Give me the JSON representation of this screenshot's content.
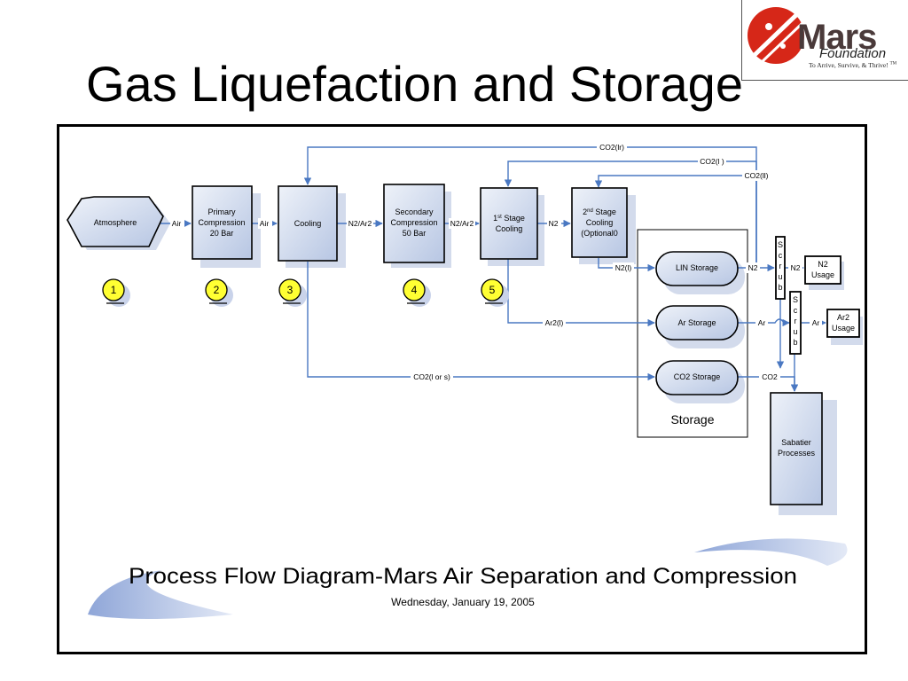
{
  "slide": {
    "title": "Gas Liquefaction and Storage"
  },
  "logo": {
    "name": "Mars",
    "sub": "Foundation",
    "tagline": "To Arrive, Survive, & Thrive!",
    "tm": "TM"
  },
  "diagram": {
    "nodes": {
      "atmosphere": "Atmosphere",
      "primary": [
        "Primary",
        "Compression",
        "20 Bar"
      ],
      "cooling": "Cooling",
      "secondary": [
        "Secondary",
        "Compression",
        "50 Bar"
      ],
      "stage1": {
        "num": "1",
        "sup": "st",
        "rest": " Stage",
        "line2": "Cooling"
      },
      "stage2": {
        "num": "2",
        "sup": "nd",
        "rest": " Stage",
        "line2": "Cooling",
        "line3": "(Optional0"
      },
      "lin_storage": "LIN Storage",
      "ar_storage": "Ar Storage",
      "co2_storage": "CO2 Storage",
      "storage_group": "Storage",
      "scrub": [
        "S",
        "c",
        "r",
        "u",
        "b"
      ],
      "n2_usage": [
        "N2",
        "Usage"
      ],
      "ar2_usage": [
        "Ar2",
        "Usage"
      ],
      "sabatier": [
        "Sabatier",
        "Processes"
      ]
    },
    "markers": [
      "1",
      "2",
      "3",
      "4",
      "5"
    ],
    "labels": {
      "air1": "Air",
      "air2": "Air",
      "n2ar2_1": "N2/Ar2",
      "n2ar2_2": "N2/Ar2",
      "n2": "N2",
      "co2_lr": "CO2(lr)",
      "co2_l": "CO2(l )",
      "co2_ll": "CO2(ll)",
      "n2_l": "N2(l)",
      "ar2_l": "Ar2(l)",
      "co2_l_or_s": "CO2(l or s)",
      "n2_out": "N2",
      "n2_usage_in": "N2",
      "ar_out": "Ar",
      "ar_usage_in": "Ar",
      "co2_out": "CO2"
    },
    "caption": "Process Flow Diagram-Mars Air Separation and Compression",
    "date": "Wednesday, January 19, 2005"
  }
}
